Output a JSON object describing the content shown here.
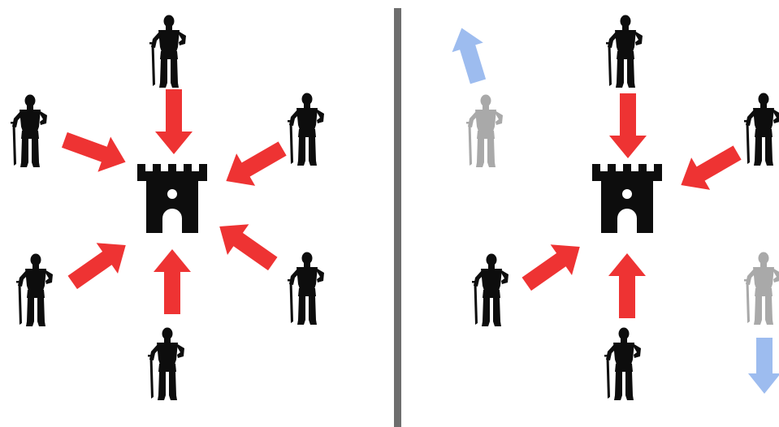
{
  "colors": {
    "background": "#ffffff",
    "knight": "#0d0d0d",
    "knight_retreating": "#a9a9a9",
    "castle": "#0d0d0d",
    "attack_arrow": "#ee3333",
    "retreat_arrow": "#9dbcef",
    "divider": "#6e6e6e"
  },
  "icons": {
    "knight": "armored-knight-icon",
    "castle": "castle-tower-icon",
    "attack": "red-arrow-icon",
    "retreat": "blue-arrow-icon"
  },
  "panels": [
    {
      "id": "coordinated-attack",
      "knights": [
        {
          "id": "top",
          "status": "attacking"
        },
        {
          "id": "upper-left",
          "status": "attacking"
        },
        {
          "id": "upper-right",
          "status": "attacking"
        },
        {
          "id": "lower-left",
          "status": "attacking"
        },
        {
          "id": "lower-right",
          "status": "attacking"
        },
        {
          "id": "bottom",
          "status": "attacking"
        }
      ]
    },
    {
      "id": "partial-attack",
      "knights": [
        {
          "id": "top",
          "status": "attacking"
        },
        {
          "id": "upper-left",
          "status": "retreating"
        },
        {
          "id": "upper-right",
          "status": "attacking"
        },
        {
          "id": "lower-left",
          "status": "attacking"
        },
        {
          "id": "lower-right",
          "status": "retreating"
        },
        {
          "id": "bottom",
          "status": "attacking"
        }
      ]
    }
  ]
}
